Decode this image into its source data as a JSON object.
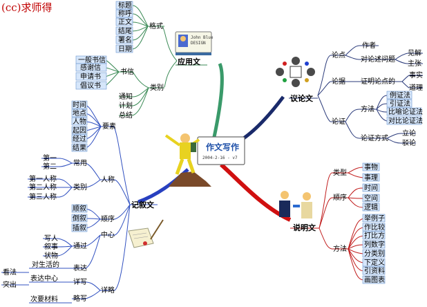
{
  "watermark": "(cc)求师得",
  "center": {
    "title": "作文写作",
    "date": "2004-2-16 - v7"
  },
  "card": {
    "line1": "John Blue",
    "line2": "DESIGN"
  },
  "nodes": {
    "yyw": "应用文",
    "geshi": "格式",
    "geshi_items": [
      "标题",
      "称呼",
      "正文",
      "结尾",
      "署名",
      "日期"
    ],
    "leibie_main": "类别",
    "shuxin": "书信",
    "shuxin_items": [
      "一般书信",
      "感谢信",
      "申请书",
      "倡议书"
    ],
    "leibie_other": [
      "通知",
      "计划",
      "总结"
    ],
    "ylw": "议论文",
    "lundian": "论点",
    "lundian_items": [
      "作者",
      "对论述问题"
    ],
    "jianjie": [
      "见解",
      "主张"
    ],
    "lunju": "论据",
    "zhengming": "证明论点的",
    "shishi": [
      "事实",
      "道理"
    ],
    "lunzheng": "论证",
    "fangfa": "方法",
    "fangfa_items": [
      "例证法",
      "引证法",
      "比喻论证法",
      "对比论证法"
    ],
    "lzfs": "论证方式",
    "lzfs_items": [
      "立论",
      "驳论"
    ],
    "smw": "说明文",
    "leixing": "类型",
    "leixing_items": [
      "事物",
      "事理"
    ],
    "shunxu": "顺序",
    "shunxu_items": [
      "时间",
      "空间",
      "逻辑"
    ],
    "sm_fangfa": "方法",
    "sm_fangfa_items": [
      "举例子",
      "作比较",
      "打比方",
      "列数字",
      "分类别",
      "下定义",
      "引资料",
      "画图表"
    ],
    "jxw": "记叙文",
    "yaosu": "要素",
    "yaosu_items": [
      "时间",
      "地点",
      "人物",
      "起因",
      "经过",
      "结果"
    ],
    "renchen": "人称",
    "changyong": "常用",
    "changyong_items": [
      "第一",
      "第二"
    ],
    "rc_leibie": "类别",
    "rc_leibie_items": [
      "第一人称",
      "第二人称",
      "第三人称"
    ],
    "jx_shunxu": "顺序",
    "jx_shunxu_items": [
      "顺叙",
      "倒叙",
      "插叙"
    ],
    "zhongxin": "中心",
    "tongguo": "通过",
    "tongguo_items": [
      "写人",
      "叙事",
      "状物"
    ],
    "biaoda": "表达",
    "duishenghuo": "对生活的",
    "kanfa": "看法",
    "xianglue": "详略",
    "xiangxie": "详写",
    "bdzx": "表达中心",
    "tuchu": "突出",
    "luexie": "略写",
    "cycl": "次要材料"
  },
  "colors": {
    "yyw": "#3a9a6a",
    "ylw": "#1a2a6a",
    "smw": "#d01010",
    "jxw": "#2840c0",
    "leaf": "#3a6fbf"
  }
}
